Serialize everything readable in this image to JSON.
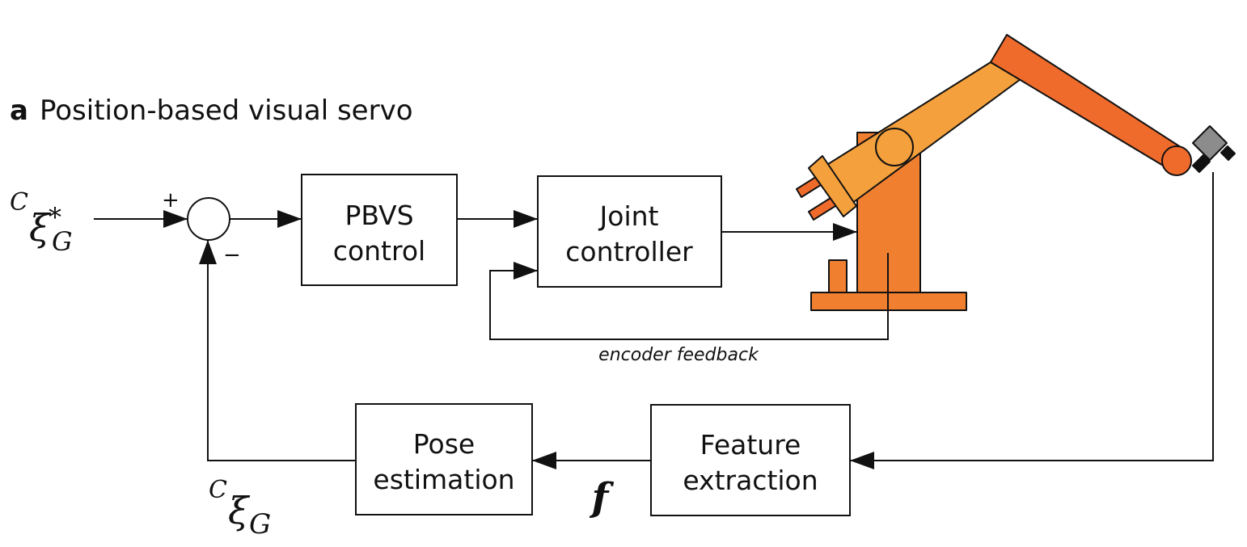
{
  "panel": {
    "letter": "a",
    "title": "Position-based visual servo"
  },
  "blocks": {
    "pbvs": [
      "PBVS",
      "control"
    ],
    "joint": [
      "Joint",
      "controller"
    ],
    "pose": [
      "Pose",
      "estimation"
    ],
    "feature": [
      "Feature",
      "extraction"
    ]
  },
  "summing_junction": {
    "plus": "+",
    "minus": "−"
  },
  "symbols": {
    "reference_super": "C",
    "reference_base": "ξ",
    "reference_star": "*",
    "reference_sub": "G",
    "estimate_super": "C",
    "estimate_base": "ξ",
    "estimate_sub": "G",
    "features": "f"
  },
  "encoder_label": "encoder feedback",
  "colors": {
    "robot_dark": "#EF6B2C",
    "robot_light": "#F4A03C",
    "robot_base": "#F07F30",
    "camera": "#8C8C8C",
    "line": "#111111"
  }
}
